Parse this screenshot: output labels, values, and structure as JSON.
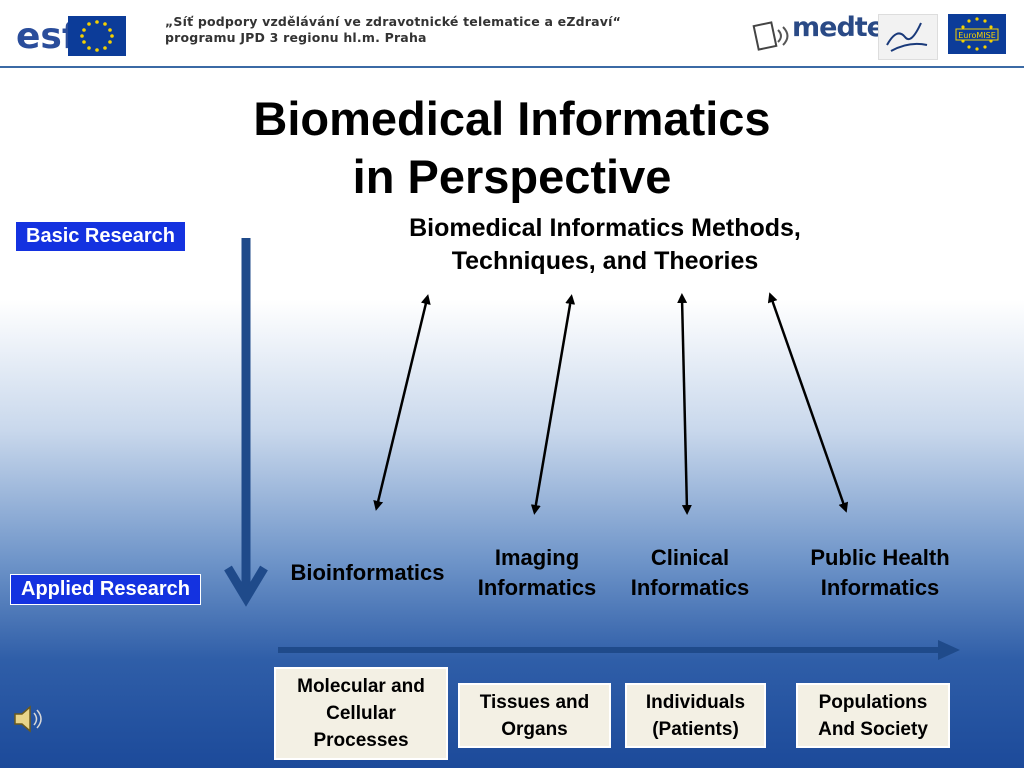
{
  "header": {
    "line1": "„Síť podpory vzdělávání ve zdravotnické telematice a eZdraví“",
    "line2": "programu JPD 3 regionu hl.m. Praha",
    "esf_logo_text": "esf",
    "medtel_logo_text": "medtel",
    "euromise_logo_text": "EuroMISE"
  },
  "title": {
    "line1": "Biomedical Informatics",
    "line2": "in Perspective"
  },
  "subtitle": {
    "line1": "Biomedical Informatics Methods,",
    "line2": "Techniques, and Theories"
  },
  "axis_labels": {
    "basic": "Basic Research",
    "applied": "Applied Research"
  },
  "categories": [
    {
      "line1": "Bioinformatics",
      "line2": ""
    },
    {
      "line1": "Imaging",
      "line2": "Informatics"
    },
    {
      "line1": "Clinical",
      "line2": "Informatics"
    },
    {
      "line1": "Public Health",
      "line2": "Informatics"
    }
  ],
  "scale_boxes": [
    {
      "line1": "Molecular and",
      "line2": "Cellular",
      "line3": "Processes"
    },
    {
      "line1": "Tissues and",
      "line2": "Organs",
      "line3": ""
    },
    {
      "line1": "Individuals",
      "line2": "(Patients)",
      "line3": ""
    },
    {
      "line1": "Populations",
      "line2": "And Society",
      "line3": ""
    }
  ],
  "colors": {
    "tag_bg": "#1432e0",
    "arrow": "#1f4a8a",
    "box_bg": "#f3f0e4"
  },
  "icons": {
    "speaker": "speaker-icon"
  }
}
